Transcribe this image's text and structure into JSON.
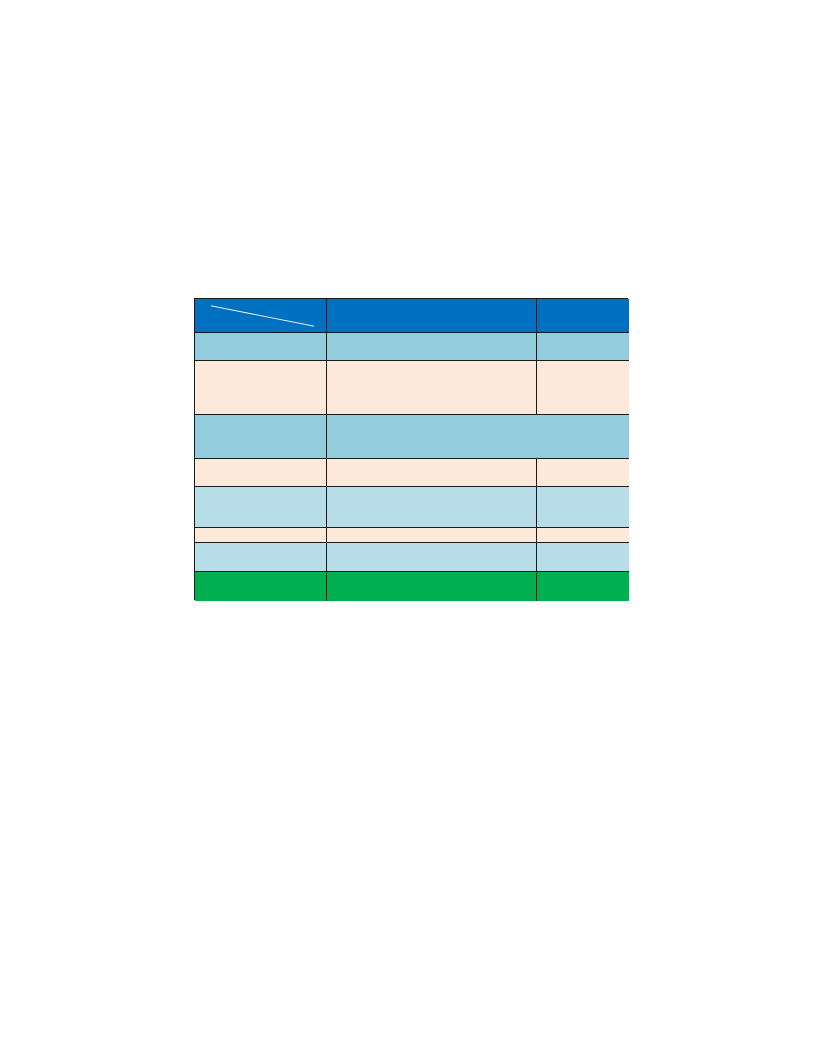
{
  "colors": {
    "header": "#0070c0",
    "teal": "#93cddd",
    "peach": "#fde9d9",
    "light_blue": "#b7dee8",
    "green": "#00b050",
    "diagonal_line": "#ffffff"
  },
  "table": {
    "rows": [
      {
        "fill": "header",
        "cells": [
          "",
          "",
          ""
        ]
      },
      {
        "fill": "teal",
        "cells": [
          "",
          "",
          ""
        ]
      },
      {
        "fill": "peach",
        "cells": [
          "",
          "",
          ""
        ]
      },
      {
        "fill": "teal",
        "cells": [
          "",
          ""
        ],
        "merged_last_two": true
      },
      {
        "fill": "peach",
        "cells": [
          "",
          "",
          ""
        ]
      },
      {
        "fill": "light_blue",
        "cells": [
          "",
          "",
          ""
        ]
      },
      {
        "fill": "peach",
        "cells": [
          "",
          "",
          ""
        ]
      },
      {
        "fill": "light_blue",
        "cells": [
          "",
          "",
          ""
        ]
      },
      {
        "fill": "green",
        "cells": [
          "",
          "",
          ""
        ]
      }
    ]
  }
}
